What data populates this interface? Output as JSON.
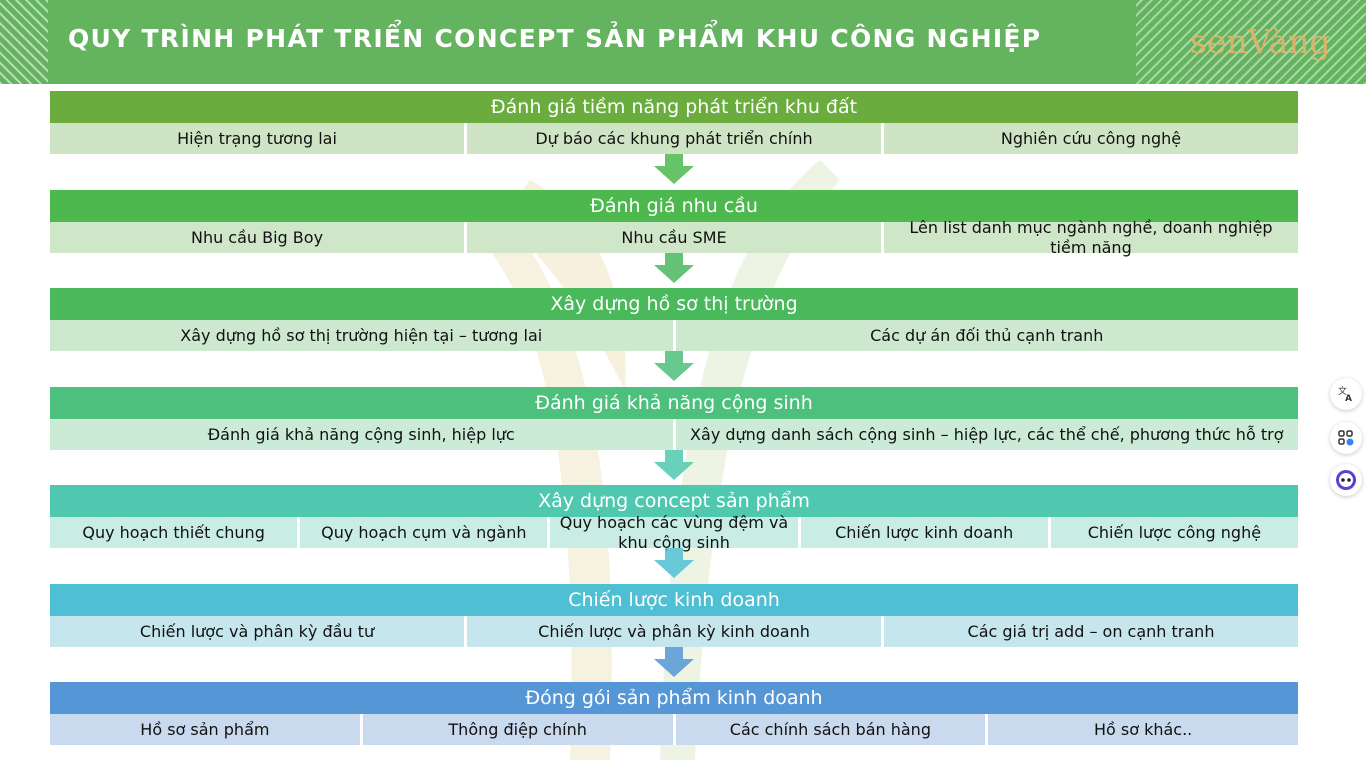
{
  "header": {
    "title": "QUY TRÌNH PHÁT TRIỂN CONCEPT SẢN PHẨM KHU CÔNG NGHIỆP",
    "logo_text": "senVàng",
    "color": "#63b35f"
  },
  "steps": [
    {
      "title": "Đánh giá tiềm năng phát triển khu đất",
      "header_color": "#6aad3e",
      "row_color": "#cfe4c4",
      "items": [
        "Hiện trạng tương lai",
        "Dự báo các khung phát triển chính",
        "Nghiên cứu công nghệ"
      ]
    },
    {
      "title": "Đánh giá nhu cầu",
      "header_color": "#4cb84e",
      "row_color": "#cfe6c8",
      "items": [
        "Nhu cầu Big Boy",
        "Nhu cầu SME",
        "Lên list danh mục ngành nghề, doanh nghiệp tiềm năng"
      ]
    },
    {
      "title": "Xây dựng hồ sơ thị trường",
      "header_color": "#49b95c",
      "row_color": "#cce8cf",
      "items": [
        "Xây dựng hồ sơ thị trường hiện tại – tương lai",
        "Các dự án đối thủ cạnh tranh"
      ]
    },
    {
      "title": "Đánh giá khả năng cộng sinh",
      "header_color": "#4cc07c",
      "row_color": "#cbebd6",
      "items": [
        "Đánh giá khả năng cộng sinh, hiệp lực",
        "Xây dựng danh sách cộng sinh – hiệp lực, các thể chế, phương thức hỗ trợ"
      ]
    },
    {
      "title": "Xây dựng concept sản phẩm",
      "header_color": "#4fc8af",
      "row_color": "#c9ede4",
      "items": [
        "Quy hoạch thiết chung",
        "Quy hoạch cụm và ngành",
        "Quy hoạch các vùng đệm và khu cộng sinh",
        "Chiến lược kinh doanh",
        "Chiến lược công nghệ"
      ]
    },
    {
      "title": "Chiến lược kinh doanh",
      "header_color": "#4fbfd3",
      "row_color": "#c6e6ee",
      "items": [
        "Chiến lược và phân kỳ đầu tư",
        "Chiến lược và phân kỳ kinh doanh",
        "Các giá trị add – on cạnh tranh"
      ]
    },
    {
      "title": "Đóng gói sản phẩm kinh doanh",
      "header_color": "#5596d6",
      "row_color": "#c9d9ee",
      "items": [
        "Hồ sơ sản phẩm",
        "Thông điệp chính",
        "Các chính sách bán hàng",
        "Hồ sơ khác.."
      ]
    }
  ],
  "side_icons": [
    "translate-icon",
    "apps-icon",
    "assistant-icon"
  ]
}
